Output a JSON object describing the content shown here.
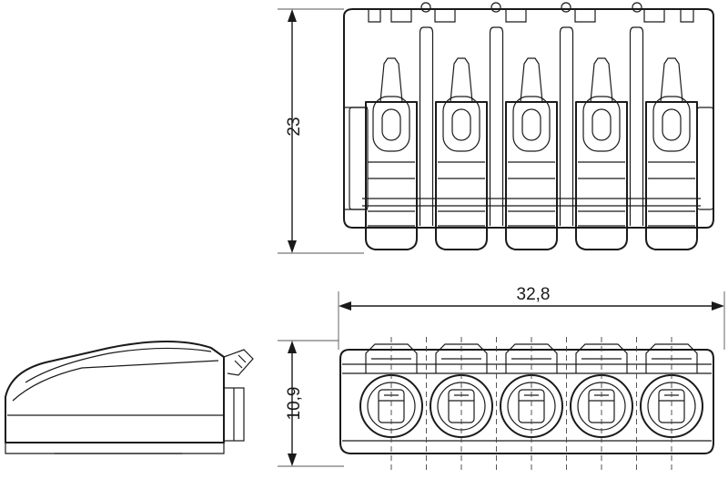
{
  "dimensions": {
    "height": "23",
    "width": "32,8",
    "depth": "10,9"
  },
  "slots": [
    1,
    2,
    3,
    4,
    5
  ],
  "colors": {
    "line": "#1a1a1a",
    "background": "#ffffff"
  }
}
